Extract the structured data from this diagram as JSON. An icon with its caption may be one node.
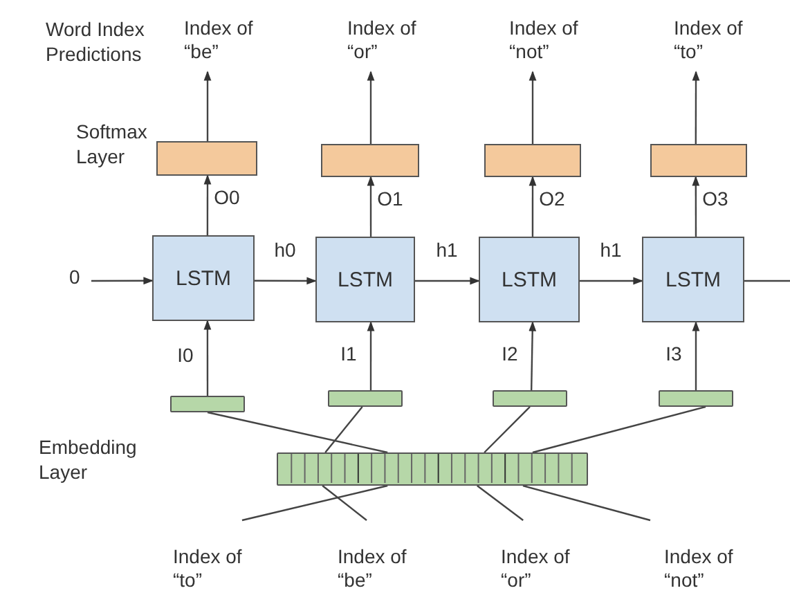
{
  "diagram": {
    "nodes": [
      {
        "text": [
          "Index of “be”"
        ]
      },
      {
        "text": [
          "Index of “or”"
        ]
      },
      {
        "text": [
          "Index of “not”"
        ]
      },
      {
        "text": [
          "Index of “to”"
        ]
      },
      {
        "text": [],
        "shape": "box"
      },
      {
        "text": [],
        "shape": "box"
      },
      {
        "text": [],
        "shape": "box"
      },
      {
        "text": [],
        "shape": "box"
      },
      {
        "text": [
          "LSTM"
        ]
      },
      {
        "text": [
          "LSTM"
        ]
      },
      {
        "text": [
          "LSTM"
        ]
      },
      {
        "text": [
          "LSTM"
        ]
      },
      {
        "text": [
          "0"
        ]
      },
      {
        "text": [],
        "shape": "bar"
      },
      {
        "text": [],
        "shape": "bar"
      },
      {
        "text": [],
        "shape": "bar"
      },
      {
        "text": [],
        "shape": "bar"
      },
      {
        "text": [],
        "shape": "bar"
      },
      {
        "text": [
          "Index of “to”"
        ]
      },
      {
        "text": [
          "Index of “be”"
        ]
      },
      {
        "text": [
          "Index of “or”"
        ]
      },
      {
        "text": [
          "Index of “not”"
        ]
      }
    ],
    "edges": [
      {
        "from": 4,
        "to": 0,
        "arrow": "to"
      },
      {
        "from": 5,
        "to": 1,
        "arrow": "to"
      },
      {
        "from": 6,
        "to": 2,
        "arrow": "to"
      },
      {
        "from": 7,
        "to": 3,
        "arrow": "to"
      },
      {
        "from": 8,
        "to": 4,
        "label": "O0",
        "arrow": "to"
      },
      {
        "from": 9,
        "to": 5,
        "label": "O1",
        "arrow": "to"
      },
      {
        "from": 10,
        "to": 6,
        "label": "O2",
        "arrow": "to"
      },
      {
        "from": 11,
        "to": 7,
        "label": "O3",
        "arrow": "to"
      },
      {
        "from": 12,
        "to": 8,
        "arrow": "to"
      },
      {
        "from": 8,
        "to": 9,
        "label": "h0",
        "arrow": "to"
      },
      {
        "from": 9,
        "to": 10,
        "label": "h1",
        "arrow": "to"
      },
      {
        "from": 10,
        "to": 11,
        "label": "h1",
        "arrow": "to"
      },
      {
        "from": 11,
        "to": null,
        "arrow": "none"
      },
      {
        "from": 13,
        "to": 8,
        "label": "I0",
        "arrow": "to"
      },
      {
        "from": 14,
        "to": 9,
        "label": "I1",
        "arrow": "to"
      },
      {
        "from": 15,
        "to": 10,
        "label": "I2",
        "arrow": "to"
      },
      {
        "from": 16,
        "to": 11,
        "label": "I3",
        "arrow": "to"
      },
      {
        "from": 17,
        "to": 13,
        "arrow": "none"
      },
      {
        "from": 17,
        "to": 14,
        "arrow": "none"
      },
      {
        "from": 17,
        "to": 15,
        "arrow": "none"
      },
      {
        "from": 17,
        "to": 16,
        "arrow": "none"
      },
      {
        "from": 18,
        "to": 17,
        "arrow": "none"
      },
      {
        "from": 19,
        "to": 17,
        "arrow": "none"
      },
      {
        "from": 20,
        "to": 17,
        "arrow": "none"
      },
      {
        "from": 21,
        "to": 17,
        "arrow": "none"
      }
    ],
    "labels": [
      "Word Index Predictions",
      "Softmax Layer",
      "Embedding Layer"
    ]
  }
}
